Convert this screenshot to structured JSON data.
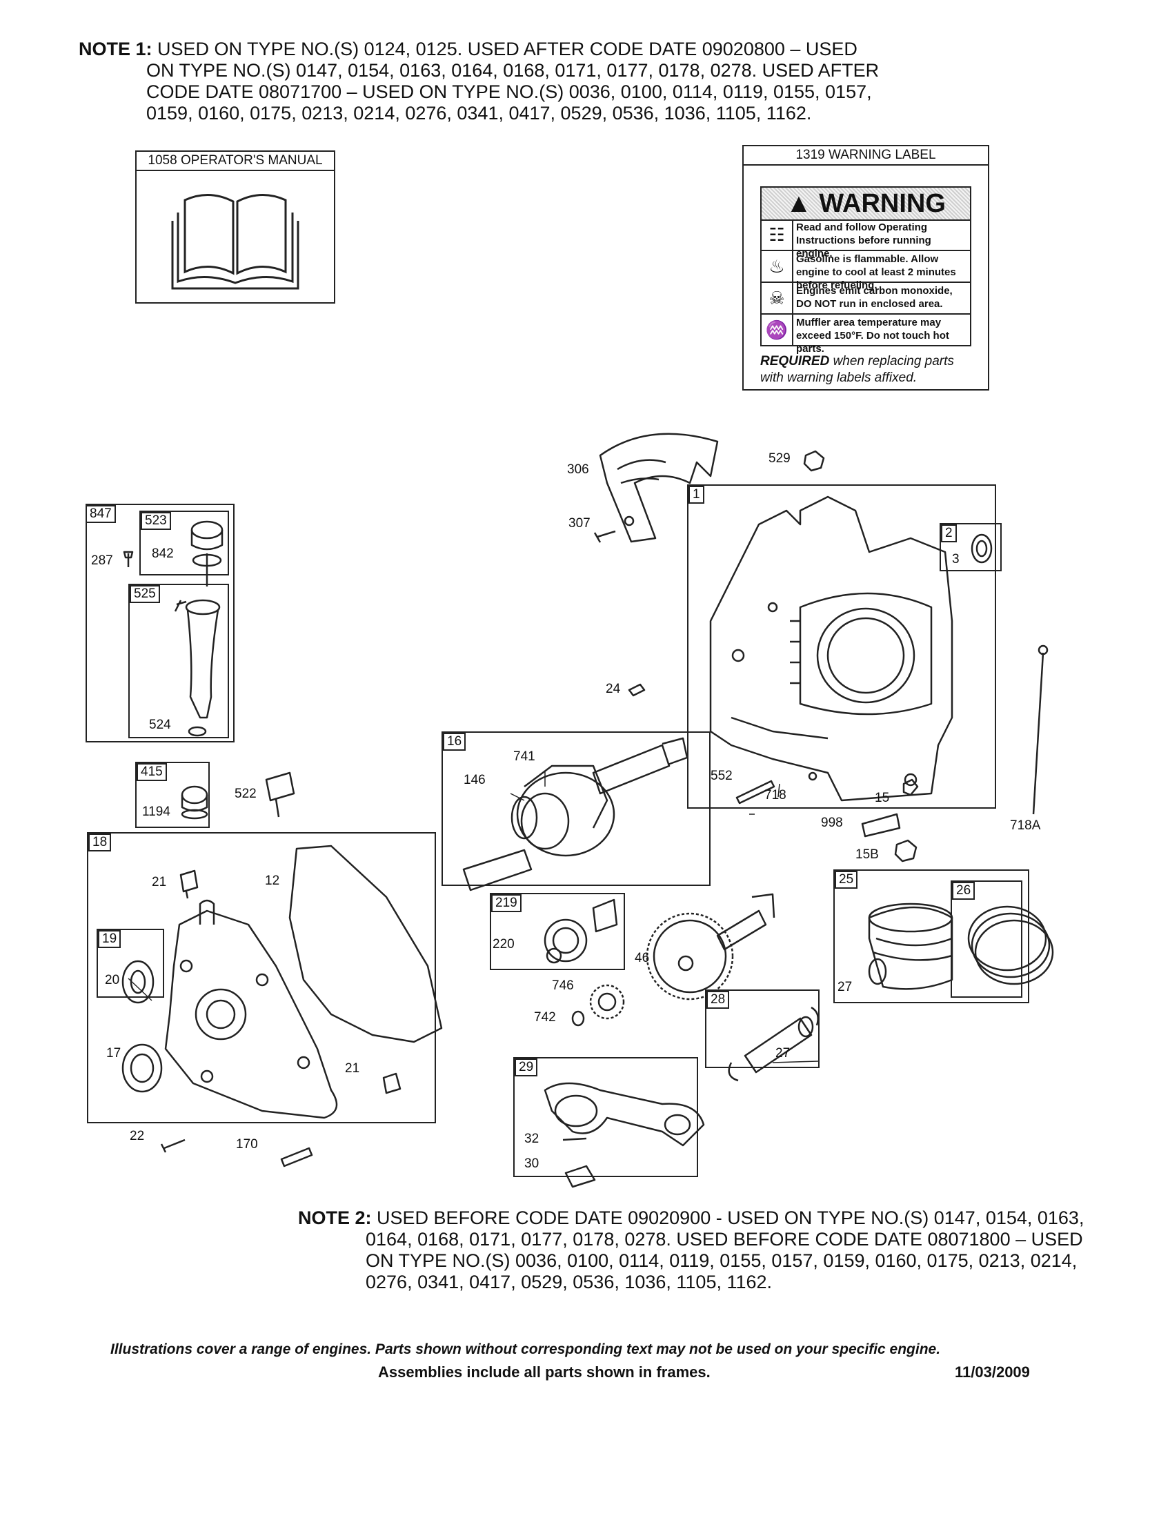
{
  "note1": {
    "label": "NOTE 1:",
    "lines": [
      "USED ON TYPE NO.(S) 0124, 0125. USED AFTER CODE DATE 09020800 – USED",
      "ON TYPE NO.(S) 0147, 0154, 0163, 0164, 0168, 0171, 0177, 0178, 0278. USED AFTER",
      "CODE DATE 08071700 – USED ON TYPE NO.(S) 0036, 0100, 0114, 0119, 0155, 0157,",
      "0159, 0160, 0175, 0213, 0214, 0276, 0341, 0417, 0529, 0536, 1036, 1105, 1162."
    ]
  },
  "manual_box": {
    "title": "1058 OPERATOR'S MANUAL"
  },
  "warning_box": {
    "title": "1319 WARNING LABEL",
    "heading": "WARNING",
    "rows": [
      {
        "icon": "book-icon",
        "glyph": "☷",
        "text": "Read and follow Operating Instructions before running engine."
      },
      {
        "icon": "fire-icon",
        "glyph": "♨",
        "text": "Gasoline is flammable. Allow engine to cool at least 2 minutes before refueling."
      },
      {
        "icon": "fumes-icon",
        "glyph": "☠",
        "text": "Engines emit carbon monoxide, DO NOT run in enclosed area."
      },
      {
        "icon": "hot-surface-icon",
        "glyph": "♒",
        "text": "Muffler area temperature may exceed 150°F. Do not touch hot parts."
      }
    ],
    "required_bold": "REQUIRED",
    "required_rest": "when replacing parts with warning labels affixed."
  },
  "frames": [
    {
      "id": "847"
    },
    {
      "id": "523"
    },
    {
      "id": "525"
    },
    {
      "id": "415"
    },
    {
      "id": "18"
    },
    {
      "id": "19"
    },
    {
      "id": "16"
    },
    {
      "id": "1"
    },
    {
      "id": "2"
    },
    {
      "id": "219"
    },
    {
      "id": "25"
    },
    {
      "id": "26"
    },
    {
      "id": "28"
    },
    {
      "id": "29"
    }
  ],
  "labels": [
    "306",
    "529",
    "307",
    "287",
    "842",
    "524",
    "24",
    "3",
    "741",
    "146",
    "552",
    "718",
    "15",
    "998",
    "15B",
    "718A",
    "1194",
    "522",
    "21",
    "12",
    "20",
    "17",
    "21",
    "22",
    "170",
    "220",
    "46",
    "746",
    "742",
    "27",
    "27",
    "32",
    "30"
  ],
  "note2": {
    "label": "NOTE 2:",
    "lines": [
      "USED BEFORE CODE DATE 09020900 - USED ON TYPE NO.(S) 0147, 0154, 0163,",
      "0164, 0168, 0171, 0177, 0178, 0278. USED BEFORE CODE DATE 08071800 – USED",
      "ON TYPE NO.(S) 0036, 0100, 0114, 0119, 0155, 0157, 0159, 0160, 0175, 0213, 0214,",
      "0276, 0341, 0417, 0529, 0536, 1036, 1105, 1162."
    ]
  },
  "footer": {
    "disclaimer": "Illustrations cover a range of engines. Parts shown without corresponding text may not be used on your specific engine.",
    "assemblies": "Assemblies include all parts shown in frames.",
    "date": "11/03/2009"
  }
}
